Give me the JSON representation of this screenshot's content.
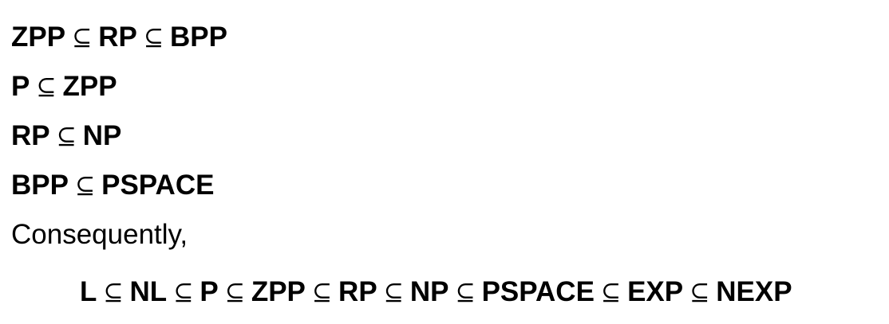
{
  "subset_symbol": "⊆",
  "lines": [
    {
      "classes": [
        "ZPP",
        "RP",
        "BPP"
      ]
    },
    {
      "classes": [
        "P",
        "ZPP"
      ]
    },
    {
      "classes": [
        "RP",
        "NP"
      ]
    },
    {
      "classes": [
        "BPP",
        "PSPACE"
      ]
    }
  ],
  "connector_text": "Consequently,",
  "chain": {
    "classes": [
      "L",
      "NL",
      "P",
      "ZPP",
      "RP",
      "NP",
      "PSPACE",
      "EXP",
      "NEXP"
    ]
  }
}
